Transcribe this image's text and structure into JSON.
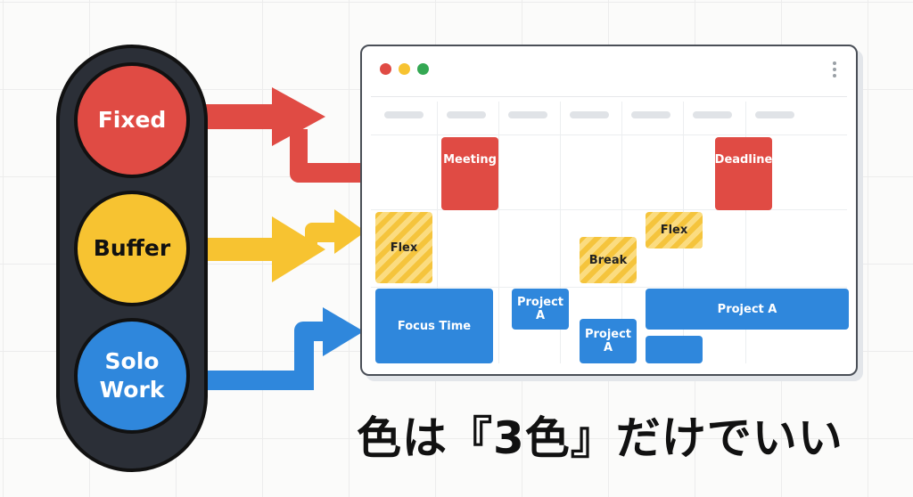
{
  "traffic_light": {
    "lamps": [
      {
        "label": "Fixed",
        "color": "#e04b44"
      },
      {
        "label": "Buffer",
        "color": "#f7c331"
      },
      {
        "label": "Solo\nWork",
        "color": "#2f87dc"
      }
    ]
  },
  "calendar_window": {
    "window_controls": [
      "close",
      "minimize",
      "maximize"
    ],
    "control_colors": [
      "#e04b44",
      "#f7c331",
      "#34a853"
    ],
    "menu_icon": "kebab-menu-icon",
    "column_count": 7,
    "events": {
      "fixed": [
        {
          "label": "Meeting"
        },
        {
          "label": "Deadline"
        }
      ],
      "buffer": [
        {
          "label": "Flex"
        },
        {
          "label": "Break"
        },
        {
          "label": "Flex"
        }
      ],
      "solo": [
        {
          "label": "Focus Time"
        },
        {
          "label": "Project A"
        },
        {
          "label": "Project A"
        },
        {
          "label": "Project A"
        },
        {
          "label": ""
        }
      ]
    }
  },
  "colors": {
    "fixed": "#e04b44",
    "buffer": "#f7c331",
    "solo": "#2f87dc"
  },
  "headline": "色は『3色』だけでいい"
}
